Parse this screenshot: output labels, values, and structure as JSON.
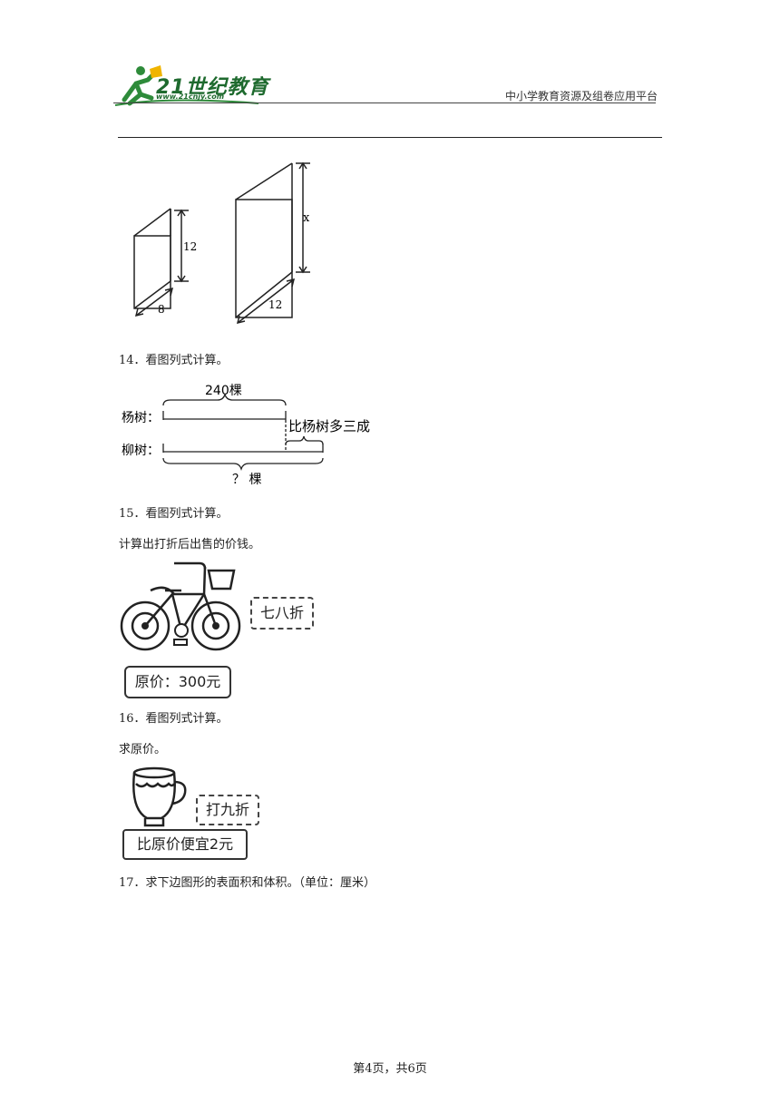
{
  "header": {
    "logo_text": "21世纪教育",
    "logo_url": "www.21cnjy.com",
    "right_text": "中小学教育资源及组卷应用平台"
  },
  "figure13": {
    "small_height": "12",
    "small_bottom": "8",
    "large_height": "x",
    "large_bottom": "12"
  },
  "q14": {
    "title": "14．看图列式计算。",
    "top_label": "240棵",
    "row1_label": "杨树：",
    "side_label": "比杨树多三成",
    "row2_label": "柳树：",
    "bottom_label": "？ 棵"
  },
  "q15": {
    "title": "15．看图列式计算。",
    "subtitle": "计算出打折后出售的价钱。",
    "discount": "七八折",
    "price": "原价：300元",
    "icon": "bicycle-icon"
  },
  "q16": {
    "title": "16．看图列式计算。",
    "subtitle": "求原价。",
    "discount": "打九折",
    "note": "比原价便宜2元",
    "icon": "cup-icon"
  },
  "q17": {
    "title": "17．求下边图形的表面积和体积。（单位：厘米）"
  },
  "footer": {
    "page": "第4页，共6页"
  }
}
